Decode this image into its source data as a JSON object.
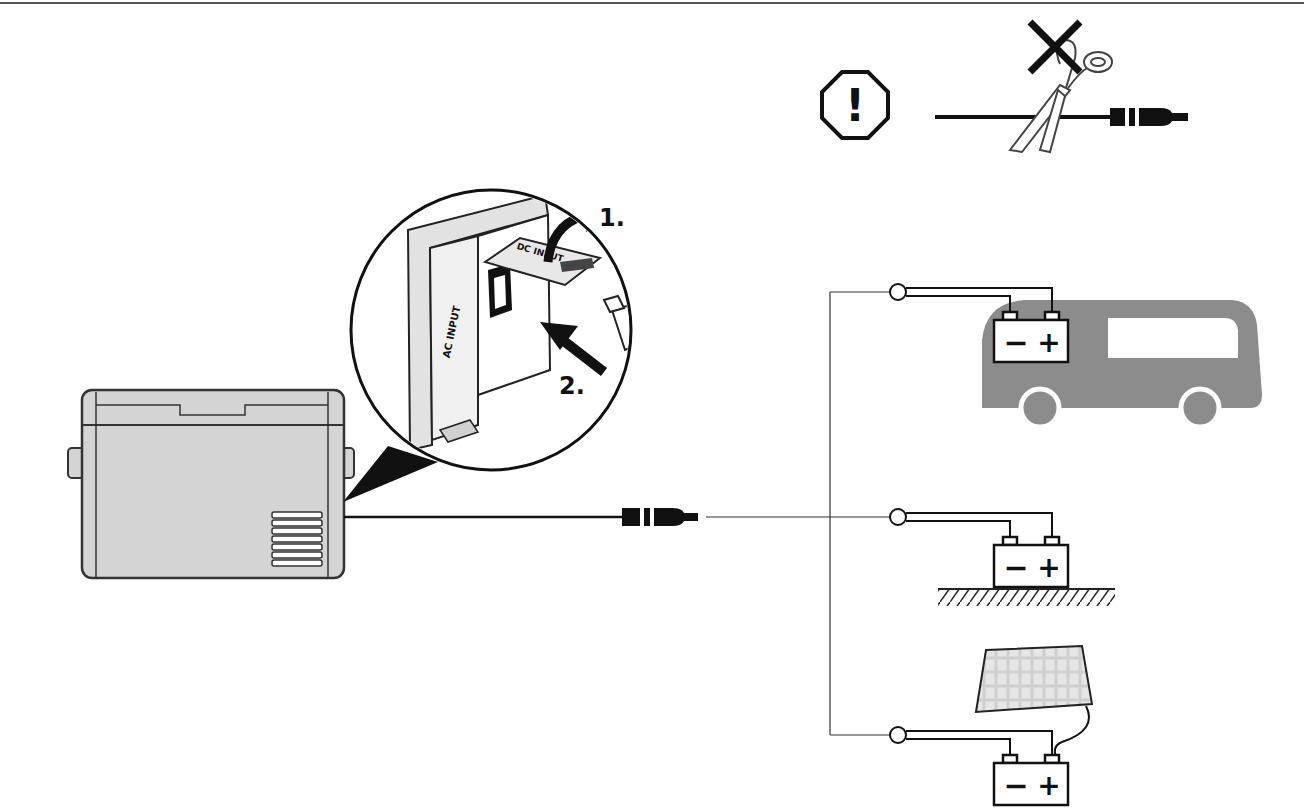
{
  "diagram": {
    "labels": [
      "1.",
      "2.",
      "AC INPUT",
      "DC INPUT",
      "!",
      "−",
      "+",
      "−",
      "+",
      "−",
      "+"
    ]
  }
}
